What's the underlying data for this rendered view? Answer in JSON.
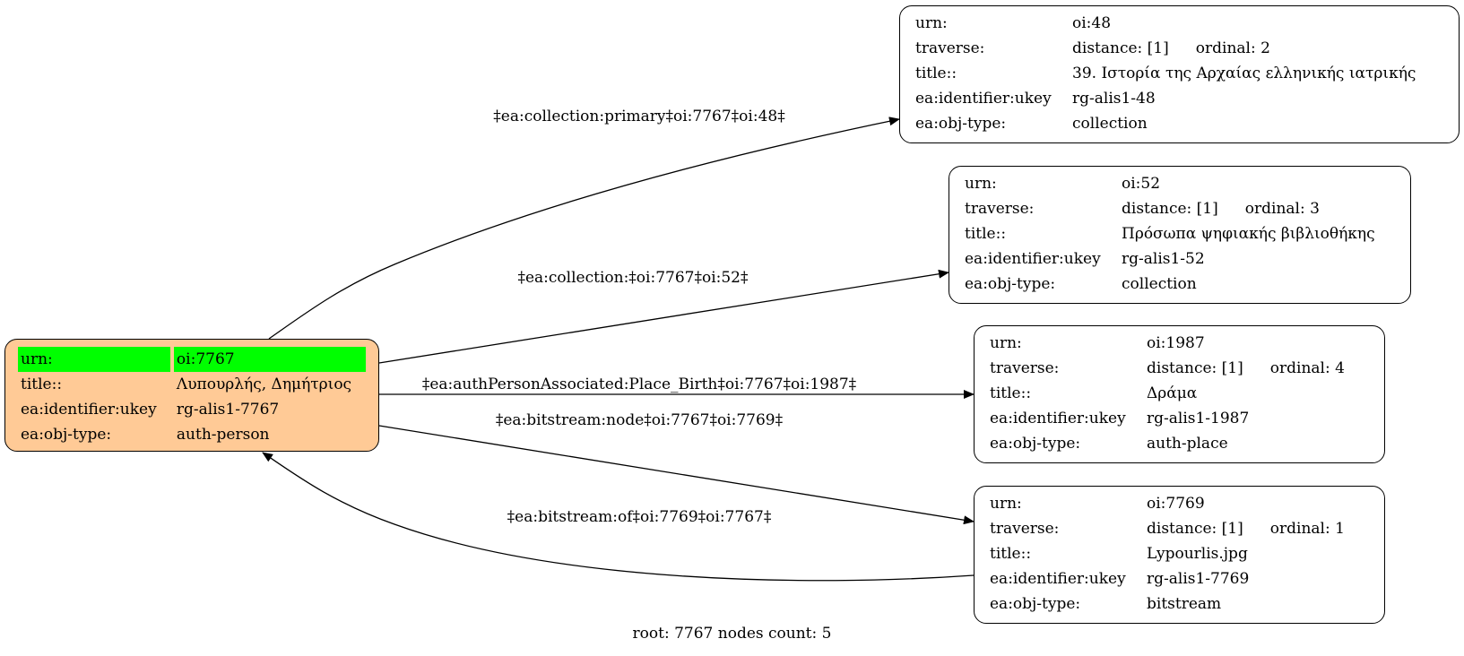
{
  "root_node": {
    "rows": [
      {
        "key": "urn:",
        "value": "oi:7767"
      },
      {
        "key": "title::",
        "value": "Λυπουρλής, Δημήτριος"
      },
      {
        "key": "ea:identifier:ukey",
        "value": "rg-alis1-7767"
      },
      {
        "key": "ea:obj-type:",
        "value": "auth-person"
      }
    ],
    "fill_color": "#ffca96",
    "highlight_color": "#00ff00"
  },
  "nodes": [
    {
      "urn_key": "urn:",
      "urn": "oi:48",
      "traverse_key": "traverse:",
      "distance": "distance: [1]",
      "ordinal": "ordinal: 2",
      "title_key": "title::",
      "title": "39. Ιστορία της Αρχαίας ελληνικής ιατρικής",
      "ukey_key": "ea:identifier:ukey",
      "ukey": "rg-alis1-48",
      "type_key": "ea:obj-type:",
      "type": "collection"
    },
    {
      "urn_key": "urn:",
      "urn": "oi:52",
      "traverse_key": "traverse:",
      "distance": "distance: [1]",
      "ordinal": "ordinal: 3",
      "title_key": "title::",
      "title": "Πρόσωπα ψηφιακής βιβλιοθήκης",
      "ukey_key": "ea:identifier:ukey",
      "ukey": "rg-alis1-52",
      "type_key": "ea:obj-type:",
      "type": "collection"
    },
    {
      "urn_key": "urn:",
      "urn": "oi:1987",
      "traverse_key": "traverse:",
      "distance": "distance: [1]",
      "ordinal": "ordinal: 4",
      "title_key": "title::",
      "title": "Δράμα",
      "ukey_key": "ea:identifier:ukey",
      "ukey": "rg-alis1-1987",
      "type_key": "ea:obj-type:",
      "type": "auth-place"
    },
    {
      "urn_key": "urn:",
      "urn": "oi:7769",
      "traverse_key": "traverse:",
      "distance": "distance: [1]",
      "ordinal": "ordinal: 1",
      "title_key": "title::",
      "title": "Lypourlis.jpg",
      "ukey_key": "ea:identifier:ukey",
      "ukey": "rg-alis1-7769",
      "type_key": "ea:obj-type:",
      "type": "bitstream"
    }
  ],
  "edges": [
    {
      "label": "‡ea:collection:primary‡oi:7767‡oi:48‡"
    },
    {
      "label": "‡ea:collection:‡oi:7767‡oi:52‡"
    },
    {
      "label": "‡ea:authPersonAssociated:Place_Birth‡oi:7767‡oi:1987‡"
    },
    {
      "label": "‡ea:bitstream:node‡oi:7767‡oi:7769‡"
    },
    {
      "label": "‡ea:bitstream:of‡oi:7769‡oi:7767‡"
    }
  ],
  "caption": "root: 7767 nodes count: 5"
}
